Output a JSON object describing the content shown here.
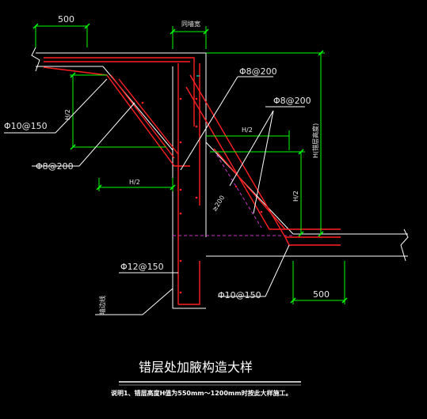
{
  "drawing": {
    "title": "错层处加腋构造大样",
    "note": "说明1、错层高度H值为550mm～1200mm时按此大样施工。",
    "colors": {
      "background": "#000000",
      "outline": "#ffffff",
      "dimension": "#00ff00",
      "rebar": "#ff2020",
      "stirrup": "#ff2020",
      "leader": "#ffffff",
      "dashed_line": "#cc33cc",
      "cyan_mark": "#00ffff"
    },
    "labels": {
      "top_dim_500": "500",
      "wall_thickness": "同墙宽",
      "rebar_8_200_top": "Φ8@200",
      "rebar_8_200_right": "Φ8@200",
      "rebar_10_150": "Φ10@150",
      "h2_left": "H/2",
      "h2_right_top": "H/2",
      "rebar_8_200_left": "Φ8@200",
      "h2_bottom_horizontal": "H/2",
      "dim_200": "≥200",
      "h2_right_vertical": "H/2",
      "h_height": "H(错层高度)",
      "rebar_12_150": "Φ12@150",
      "rebar_10_150_bottom": "Φ10@150",
      "bottom_dim_500": "500",
      "wall_side_label": "墙边线"
    }
  }
}
